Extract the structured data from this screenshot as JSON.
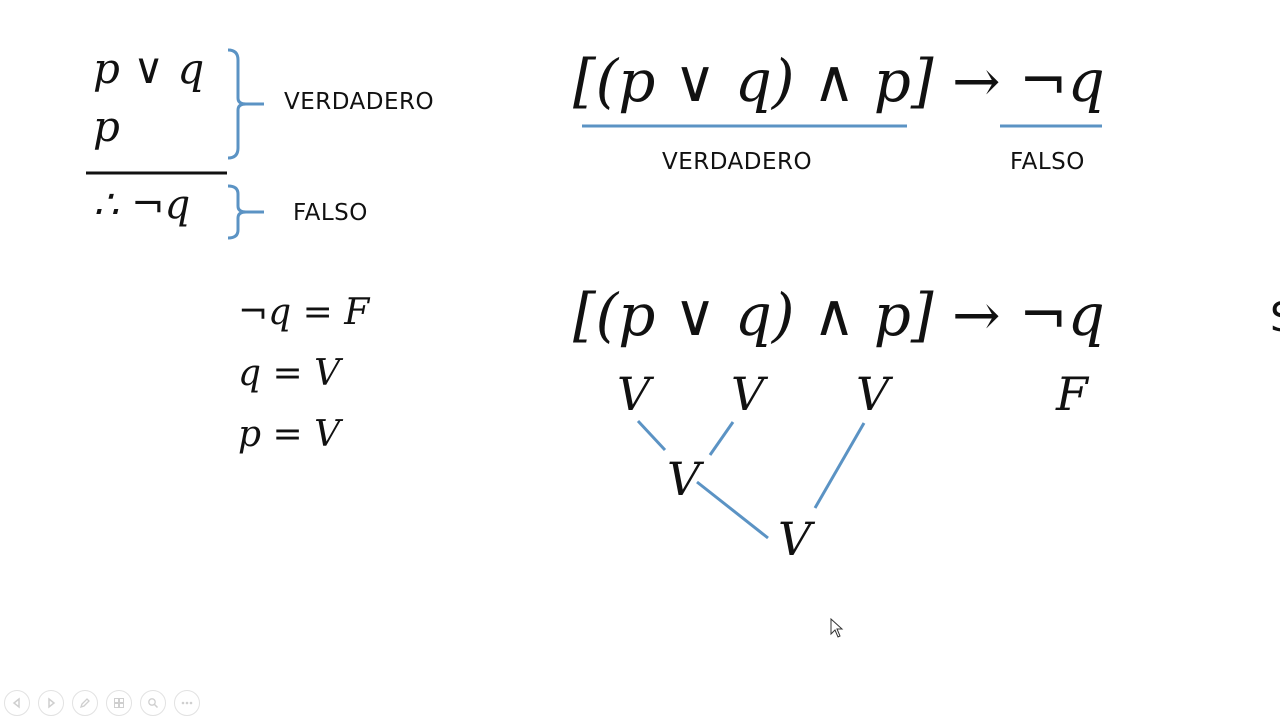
{
  "argument": {
    "premise1": "p ∨ q",
    "premise2": "p",
    "conclusion": "∴ ¬q",
    "premises_label": "VERDADERO",
    "conclusion_label": "FALSO"
  },
  "formula_top": {
    "expression": "[(p ∨ q) ∧ p] → ¬q",
    "antecedent_label": "VERDADERO",
    "consequent_label": "FALSO"
  },
  "assignments": [
    "¬q = F",
    "q = V",
    "p = V"
  ],
  "formula_bottom": {
    "expression": "[(p ∨ q) ∧ p] → ¬q",
    "leaf_values": [
      "V",
      "V",
      "V",
      "F"
    ],
    "or_value": "V",
    "and_value": "V"
  },
  "colors": {
    "accent": "#5b93c4",
    "text": "#111111"
  },
  "toolbar": {
    "icons": [
      "previous-icon",
      "next-icon",
      "pen-icon",
      "slides-grid-icon",
      "zoom-icon",
      "more-icon"
    ]
  },
  "edge_glyph": "S"
}
